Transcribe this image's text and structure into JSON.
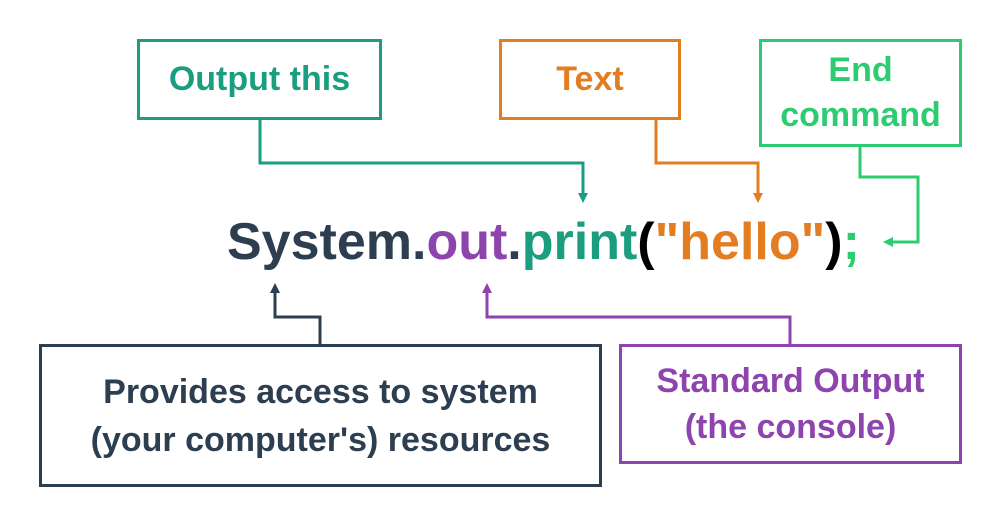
{
  "colors": {
    "teal": "#1a9e7f",
    "orange": "#e37d22",
    "green": "#2ecc71",
    "navy": "#2c3e50",
    "purple": "#8e44ad",
    "black": "#000000"
  },
  "labels": {
    "output_this": "Output this",
    "text": "Text",
    "end_command": [
      "End",
      "command"
    ],
    "system_desc": [
      "Provides access to system",
      "(your computer's) resources"
    ],
    "stdout_desc": [
      "Standard Output",
      "(the console)"
    ]
  },
  "code": {
    "system": "System",
    "dot1": ".",
    "out": "out",
    "dot2": ".",
    "print": "print",
    "open_paren": "(",
    "string_literal": "\"hello\"",
    "close_paren": ")",
    "semicolon": ";"
  }
}
